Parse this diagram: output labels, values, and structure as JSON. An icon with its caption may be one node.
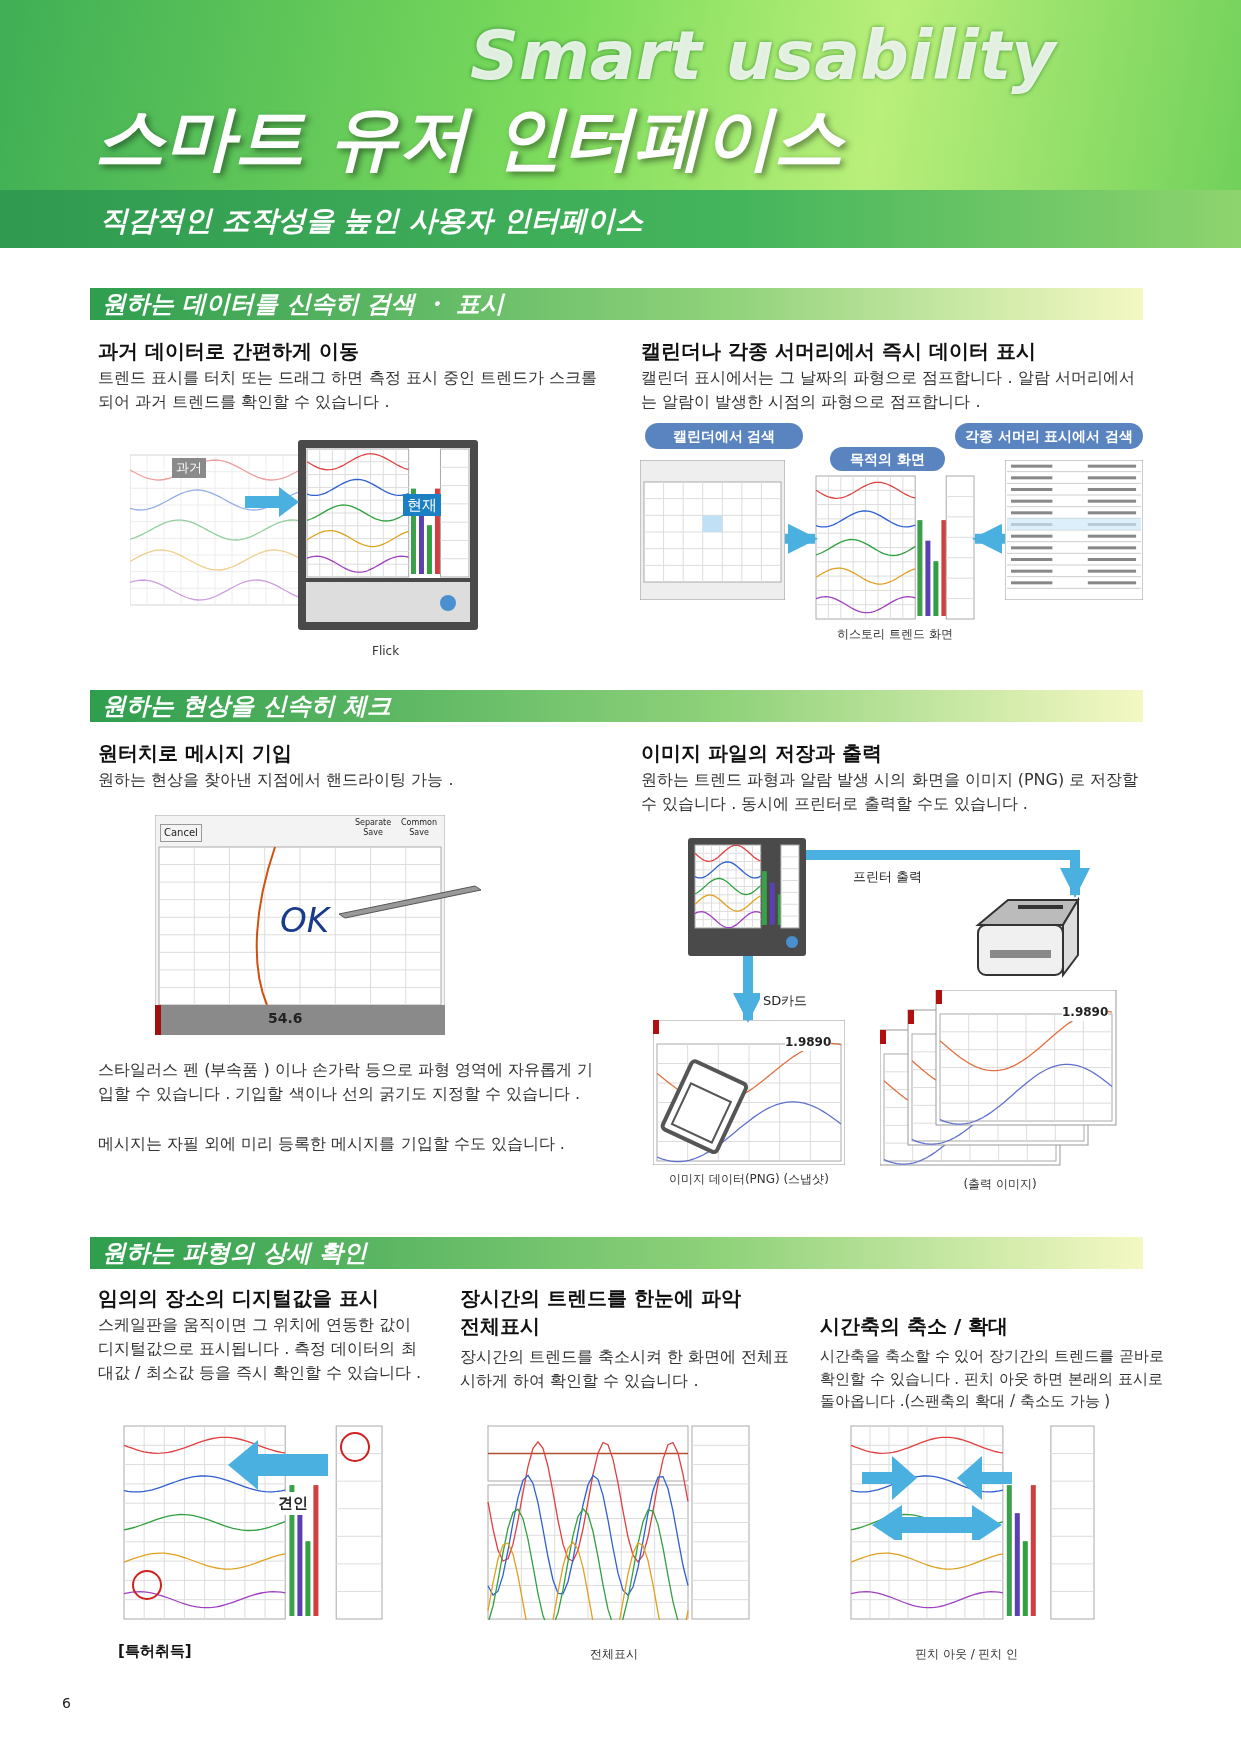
{
  "diagram": {
    "title": "스마트 유저 인터페이스",
    "nodes": [
      {
        "text": [
          "캘린더에서 검색"
        ]
      },
      {
        "text": [
          "목적의 화면"
        ]
      },
      {
        "text": [
          "각종 서머리 표시에서 검색"
        ]
      },
      {
        "text": [],
        "shape": "picture"
      },
      {
        "text": [],
        "shape": "picture",
        "beside": [
          "히스토리 트렌드 화면"
        ]
      },
      {
        "text": [],
        "shape": "picture"
      },
      {
        "text": [],
        "shape": "picture"
      },
      {
        "text": [],
        "shape": "picture"
      },
      {
        "text": [],
        "shape": "picture",
        "beside": [
          "(출력 이미지)"
        ]
      },
      {
        "text": [],
        "shape": "picture",
        "beside": [
          "이미지 데이터(PNG) (스냅샷)"
        ]
      }
    ],
    "edges": [
      {
        "from": 3,
        "to": 4,
        "arrow": "to"
      },
      {
        "from": 5,
        "to": 4,
        "arrow": "to"
      },
      {
        "from": 6,
        "to": 7,
        "arrow": "to",
        "label": "프린터 출력"
      },
      {
        "from": 6,
        "to": 9,
        "arrow": "to",
        "label": "SD카드"
      }
    ],
    "labels": [
      "Smart usability",
      "직감적인 조작성을 높인 사용자 인터페이스",
      "원하는 데이터를 신속히 검색 ・ 표시",
      "과거 데이터로 간편하게 이동",
      "트렌드 표시를 터치 또는 드래그 하면 측정 표시 중인 트렌드가 스크롤되어 과거 트렌드를 확인할 수 있습니다 .",
      "과거",
      "현재",
      "Flick",
      "캘린더나 각종 서머리에서 즉시 데이터 표시",
      "캘린더 표시에서는 그 날짜의 파형으로 점프합니다 . 알람 서머리에서는 알람이 발생한 시점의 파형으로 점프합니다 .",
      "원하는 현상을 신속히 체크",
      "원터치로 메시지 기입",
      "원하는 현상을 찾아낸 지점에서 핸드라이팅 가능 .",
      "Cancel",
      "Separate Save",
      "Common Save",
      "OK",
      "54.6",
      "스타일러스 펜 (부속품 ) 이나 손가락 등으로 파형 영역에 자유롭게 기입할 수 있습니다 . 기입할 색이나 선의 굵기도 지정할 수 있습니다 .",
      "메시지는 자필 외에 미리 등록한 메시지를 기입할 수도 있습니다 .",
      "이미지 파일의 저장과 출력",
      "원하는 트렌드 파형과 알람 발생 시의 화면을 이미지 (PNG) 로 저장할 수 있습니다 . 동시에 프린터로 출력할 수도 있습니다 .",
      "1.9890",
      "1.9890",
      "원하는 파형의 상세 확인",
      "임의의 장소의 디지털값을 표시",
      "스케일판을 움직이면 그 위치에 연동한 값이 디지털값으로 표시됩니다 . 측정 데이터의 최대값 / 최소값 등을 즉시 확인할 수 있습니다 .",
      "견인",
      "[특허취득]",
      "장시간의 트렌드를 한눈에 파악",
      "전체표시",
      "장시간의 트렌드를 축소시켜 한 화면에 전체표시하게 하여 확인할 수 있습니다 .",
      "전체표시",
      "시간축의 축소 / 확대",
      "시간축을 축소할 수 있어 장기간의 트렌드를 곧바로 확인할 수 있습니다 . 핀치 아웃 하면 본래의 표시로 돌아옵니다 .(스팬축의 확대 / 축소도 가능 )",
      "핀치 아웃 / 핀치 인",
      "6"
    ]
  }
}
